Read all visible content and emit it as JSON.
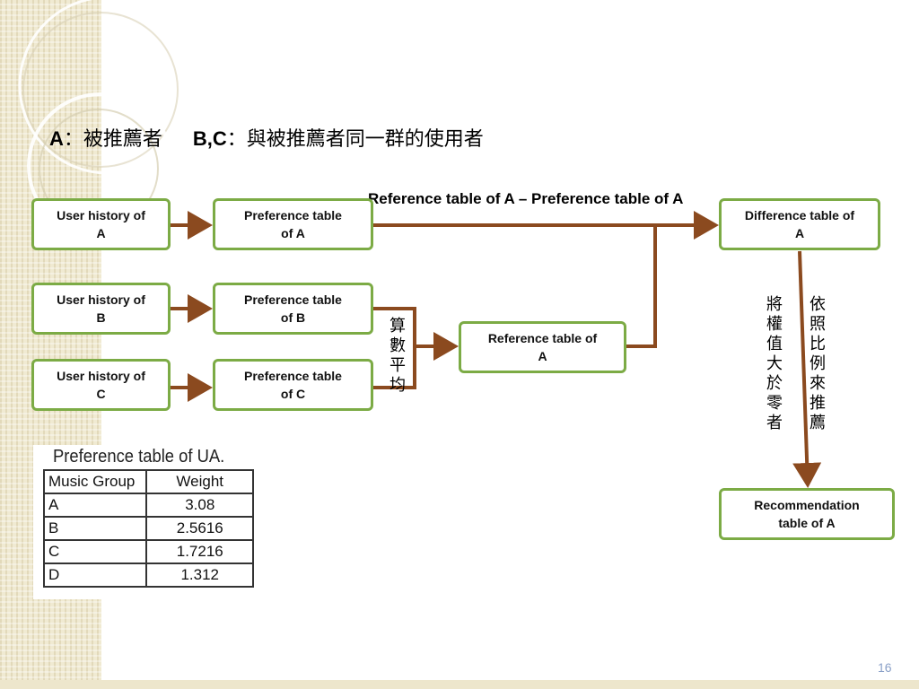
{
  "title": {
    "a_label": "A",
    "a_text": "：被推薦者",
    "bc_label": "B,C",
    "bc_text": "：與被推薦者同一群的使用者"
  },
  "nodes": {
    "user_history_a": "User history of\nA",
    "user_history_b": "User history of\nB",
    "user_history_c": "User history of\nC",
    "pref_table_a": "Preference table\nof  A",
    "pref_table_b": "Preference table\nof  B",
    "pref_table_c": "Preference table\nof  C",
    "reference_table_a": "Reference table of\nA",
    "difference_table_a": "Difference table of\nA",
    "recommendation_table_a": "Recommendation\ntable of  A"
  },
  "edge_labels": {
    "difference_formula": "Reference table of A – Preference table of A",
    "average": "算數平均",
    "weight_gt_zero": "將權值大於零者",
    "proportional": "依照比例來推薦"
  },
  "preference_table_ua": {
    "caption": "Preference table of UA.",
    "headers": [
      "Music Group",
      "Weight"
    ],
    "rows": [
      [
        "A",
        "3.08"
      ],
      [
        "B",
        "2.5616"
      ],
      [
        "C",
        "1.7216"
      ],
      [
        "D",
        "1.312"
      ]
    ]
  },
  "page_number": "16",
  "colors": {
    "node_border": "#7cab45",
    "arrow": "#8b4a1f",
    "sidebar": "#f0ead2"
  }
}
